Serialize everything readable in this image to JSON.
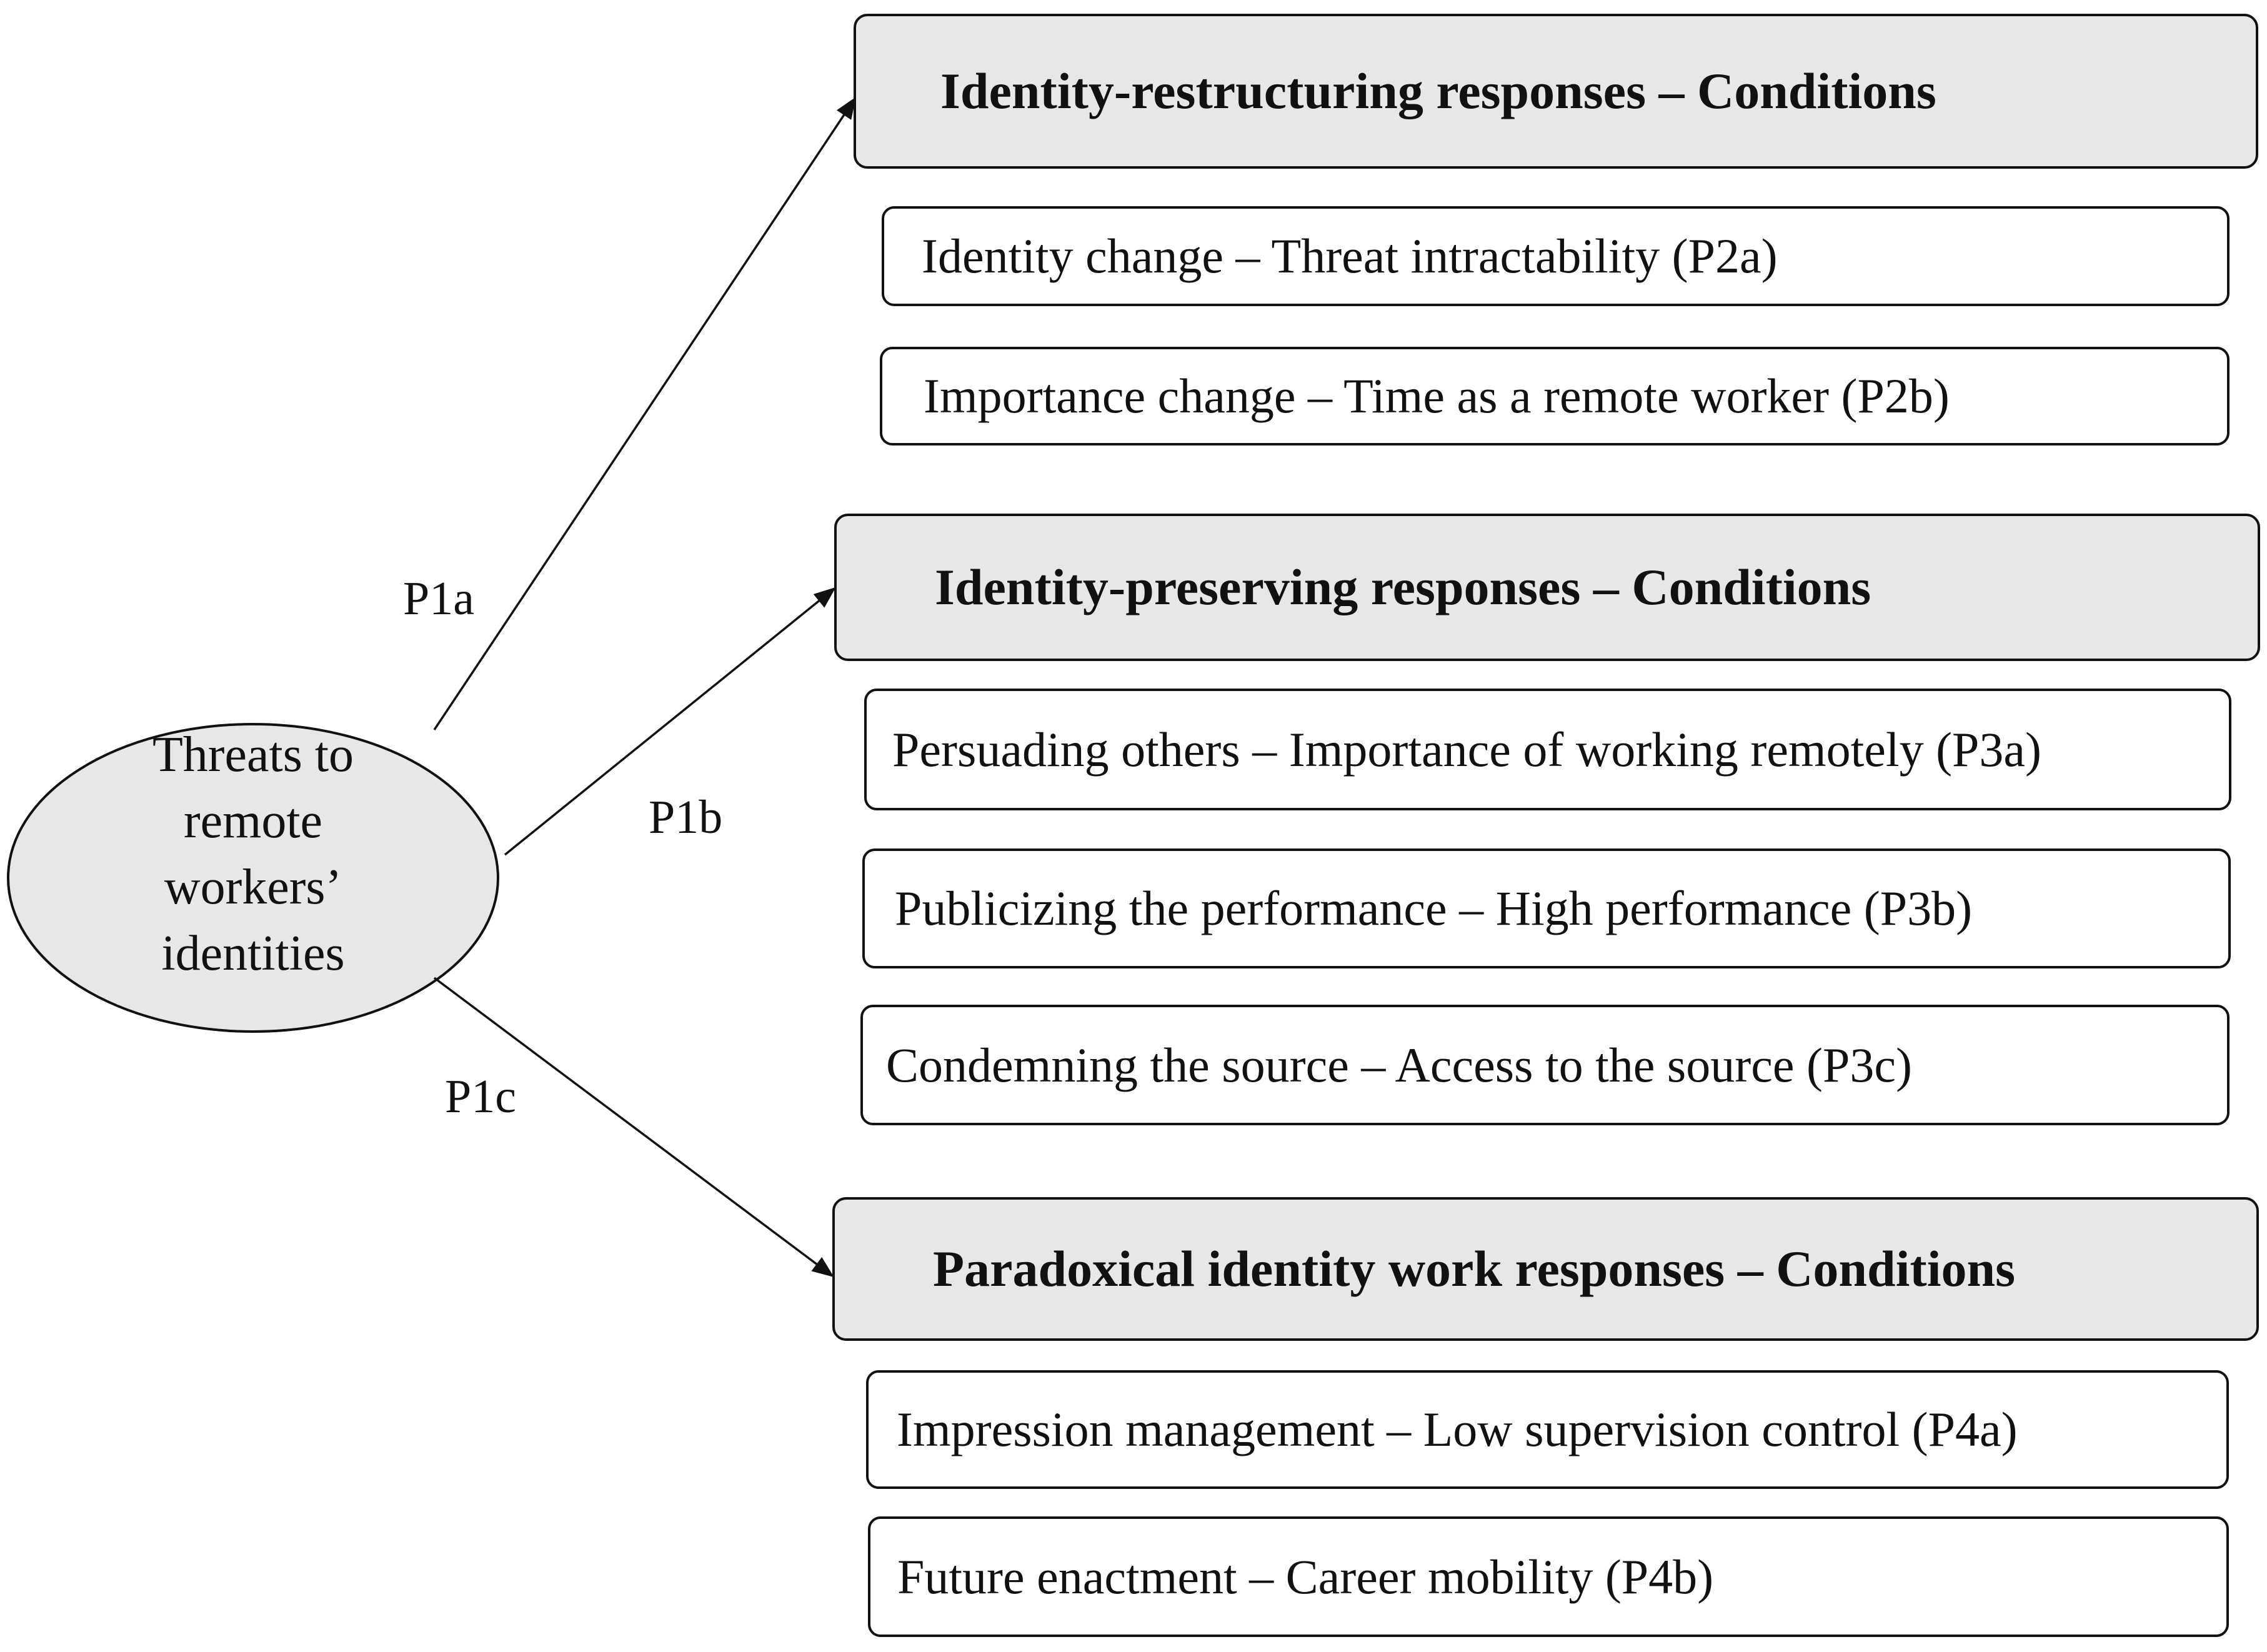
{
  "root": {
    "lines": [
      "Threats to",
      "remote",
      "workers’",
      "identities"
    ]
  },
  "edges": [
    {
      "label": "P1a"
    },
    {
      "label": "P1b"
    },
    {
      "label": "P1c"
    }
  ],
  "groups": [
    {
      "header": "Identity-restructuring responses – Conditions",
      "items": [
        "Identity change – Threat intractability (P2a)",
        "Importance change – Time as a remote worker (P2b)"
      ]
    },
    {
      "header": "Identity-preserving responses – Conditions",
      "items": [
        "Persuading others – Importance of working remotely (P3a)",
        "Publicizing the performance – High performance (P3b)",
        "Condemning the source – Access to the source (P3c)"
      ]
    },
    {
      "header": "Paradoxical identity work responses – Conditions",
      "items": [
        "Impression management – Low supervision control (P4a)",
        "Future enactment – Career mobility (P4b)"
      ]
    }
  ],
  "colors": {
    "header_fill": "#e7e7e7",
    "root_fill": "#e7e7e7",
    "stroke": "#111111"
  }
}
